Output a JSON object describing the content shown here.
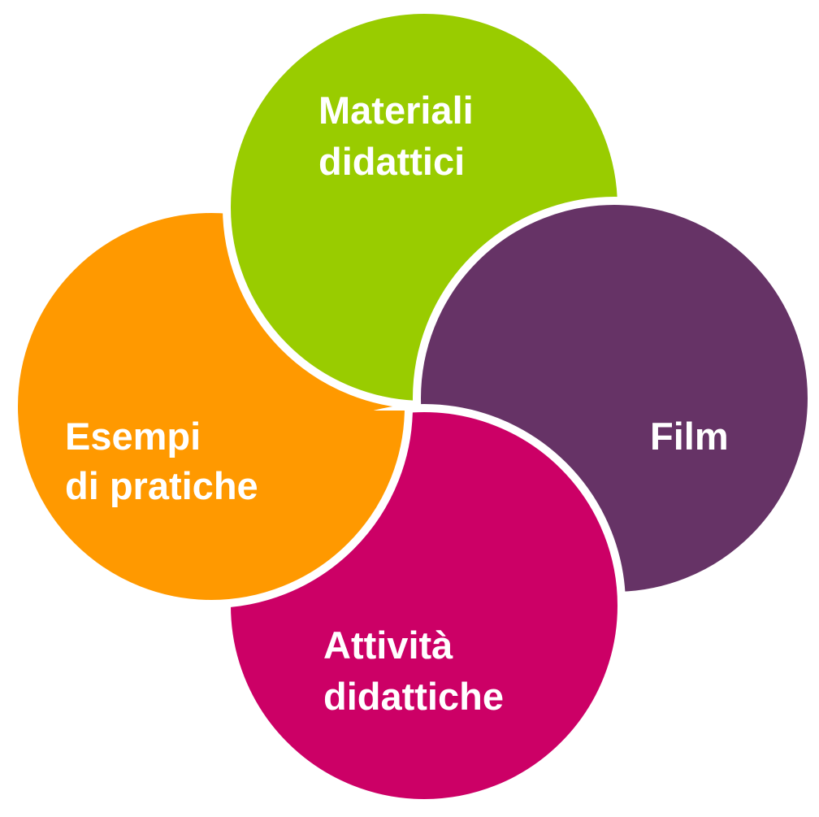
{
  "diagram": {
    "segments": [
      {
        "id": "materiali",
        "lines": [
          "Materiali",
          "didattici"
        ],
        "color": "#99CC00"
      },
      {
        "id": "film",
        "lines": [
          "Film"
        ],
        "color": "#663366"
      },
      {
        "id": "attivita",
        "lines": [
          "Attività",
          "didattiche"
        ],
        "color": "#CC0066"
      },
      {
        "id": "esempi",
        "lines": [
          "Esempi",
          "di pratiche"
        ],
        "color": "#FF9900"
      }
    ]
  }
}
